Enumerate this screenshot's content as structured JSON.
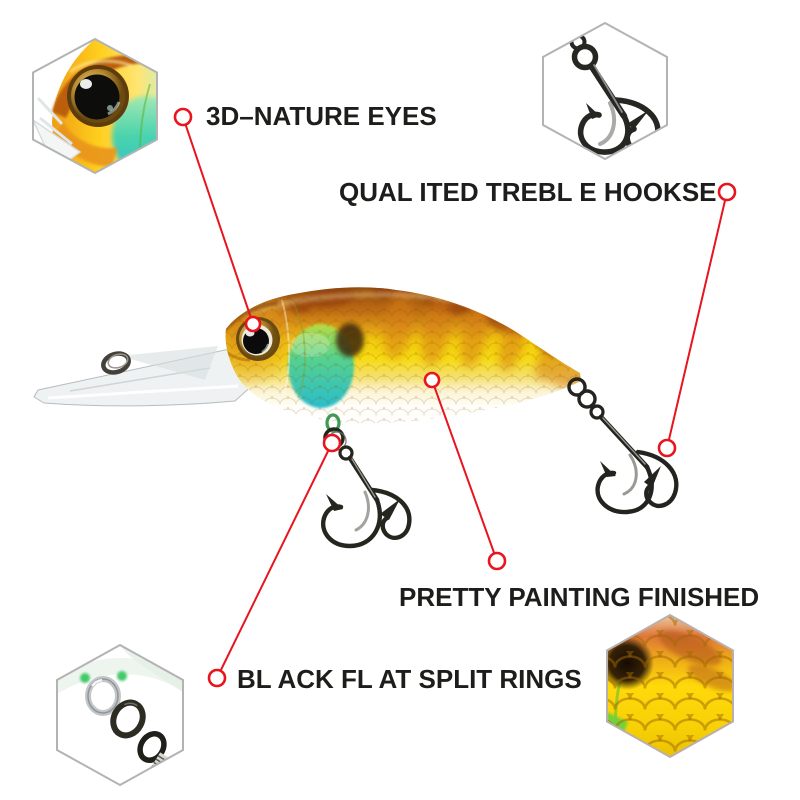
{
  "callouts": {
    "eyes": {
      "label": "3D–NATURE EYES"
    },
    "hooks": {
      "label": "QUAL ITED TREBL E HOOKSE"
    },
    "painting": {
      "label": "PRETTY PAINTING FINISHED"
    },
    "split_rings": {
      "label": "BL ACK FL AT SPLIT RINGS"
    }
  },
  "insets": {
    "top_left": {
      "name": "eye-closeup"
    },
    "top_right": {
      "name": "treble-hook-closeup"
    },
    "bottom_left": {
      "name": "split-ring-closeup"
    },
    "bottom_right": {
      "name": "scale-pattern-closeup"
    }
  },
  "colors": {
    "accent_red": "#e8141e",
    "label_text": "#1d1d1b",
    "hexagon_border": "#b3b3b3",
    "background": "#ffffff",
    "lure_back_orange": "#b4601a",
    "lure_flank_yellow": "#f7d70b",
    "lure_gill_teal": "#2fc6ae",
    "lure_belly_white": "#ffffff"
  }
}
